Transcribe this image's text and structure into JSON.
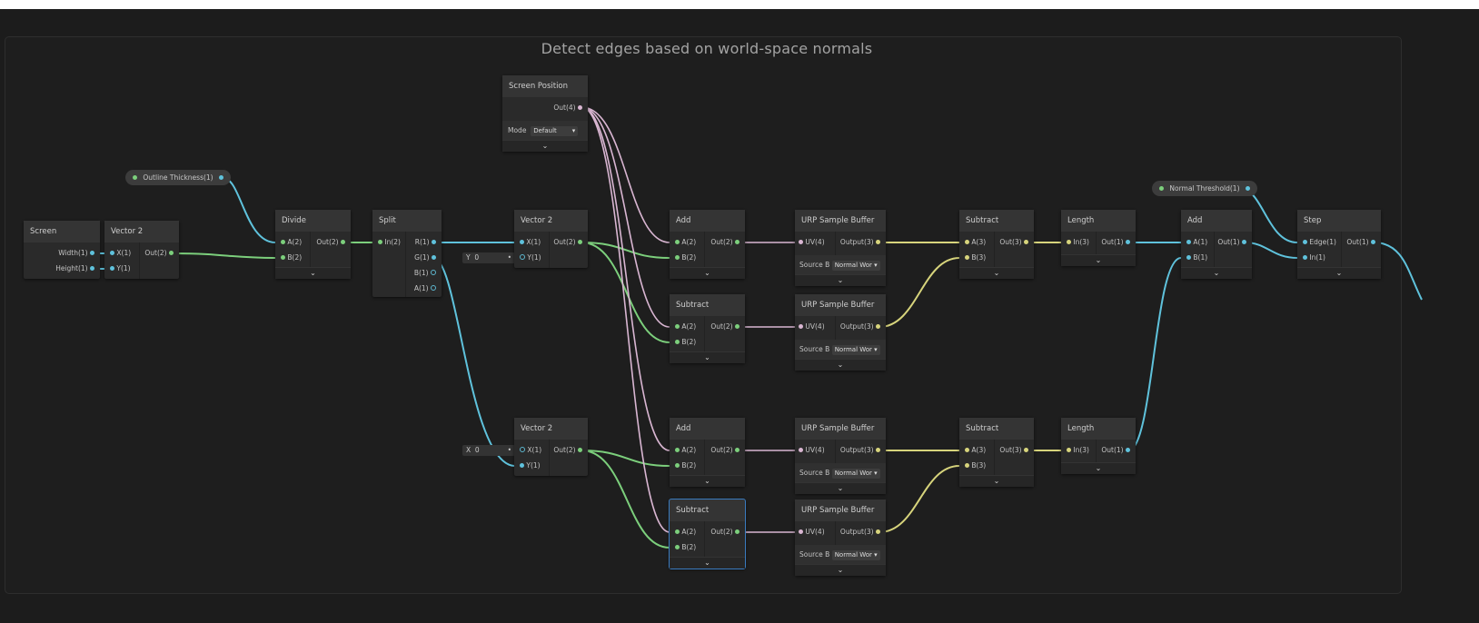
{
  "group": {
    "title": "Detect edges based on world-space normals"
  },
  "properties": {
    "outline_thickness": "Outline Thickness(1)",
    "normal_threshold": "Normal Threshold(1)"
  },
  "nodes": {
    "screen": {
      "title": "Screen",
      "out1": "Width(1)",
      "out2": "Height(1)"
    },
    "vector2_a": {
      "title": "Vector 2",
      "in1": "X(1)",
      "in2": "Y(1)",
      "out": "Out(2)"
    },
    "divide": {
      "title": "Divide",
      "in1": "A(2)",
      "in2": "B(2)",
      "out": "Out(2)"
    },
    "split": {
      "title": "Split",
      "in": "In(2)",
      "out1": "R(1)",
      "out2": "G(1)",
      "out3": "B(1)",
      "out4": "A(1)"
    },
    "screen_position": {
      "title": "Screen Position",
      "out": "Out(4)",
      "mode_label": "Mode",
      "mode_value": "Default"
    },
    "vector2_b": {
      "title": "Vector 2",
      "in1": "X(1)",
      "in2": "Y(1)",
      "out": "Out(2)",
      "field_label": "Y",
      "field_value": "0"
    },
    "vector2_c": {
      "title": "Vector 2",
      "in1": "X(1)",
      "in2": "Y(1)",
      "out": "Out(2)",
      "field_label": "X",
      "field_value": "0"
    },
    "add_1": {
      "title": "Add",
      "in1": "A(2)",
      "in2": "B(2)",
      "out": "Out(2)"
    },
    "subtract_1": {
      "title": "Subtract",
      "in1": "A(2)",
      "in2": "B(2)",
      "out": "Out(2)"
    },
    "add_2": {
      "title": "Add",
      "in1": "A(2)",
      "in2": "B(2)",
      "out": "Out(2)"
    },
    "subtract_2": {
      "title": "Subtract",
      "in1": "A(2)",
      "in2": "B(2)",
      "out": "Out(2)"
    },
    "urp_1": {
      "title": "URP Sample Buffer",
      "in": "UV(4)",
      "out": "Output(3)",
      "source_label": "Source B",
      "source_value": "Normal Wor"
    },
    "urp_2": {
      "title": "URP Sample Buffer",
      "in": "UV(4)",
      "out": "Output(3)",
      "source_label": "Source B",
      "source_value": "Normal Wor"
    },
    "urp_3": {
      "title": "URP Sample Buffer",
      "in": "UV(4)",
      "out": "Output(3)",
      "source_label": "Source B",
      "source_value": "Normal Wor"
    },
    "urp_4": {
      "title": "URP Sample Buffer",
      "in": "UV(4)",
      "out": "Output(3)",
      "source_label": "Source B",
      "source_value": "Normal Wor"
    },
    "subtract_3": {
      "title": "Subtract",
      "in1": "A(3)",
      "in2": "B(3)",
      "out": "Out(3)"
    },
    "subtract_4": {
      "title": "Subtract",
      "in1": "A(3)",
      "in2": "B(3)",
      "out": "Out(3)"
    },
    "length_1": {
      "title": "Length",
      "in": "In(3)",
      "out": "Out(1)"
    },
    "length_2": {
      "title": "Length",
      "in": "In(3)",
      "out": "Out(1)"
    },
    "add_3": {
      "title": "Add",
      "in1": "A(1)",
      "in2": "B(1)",
      "out": "Out(1)"
    },
    "step": {
      "title": "Step",
      "in1": "Edge(1)",
      "in2": "In(1)",
      "out": "Out(1)"
    }
  },
  "colors": {
    "vector1_port": "#5fc2dc",
    "vector2_port": "#7ccf7c",
    "vector3_port": "#d7d47c",
    "vector4_port": "#d9b6d2",
    "selection": "#3a7bbf"
  }
}
